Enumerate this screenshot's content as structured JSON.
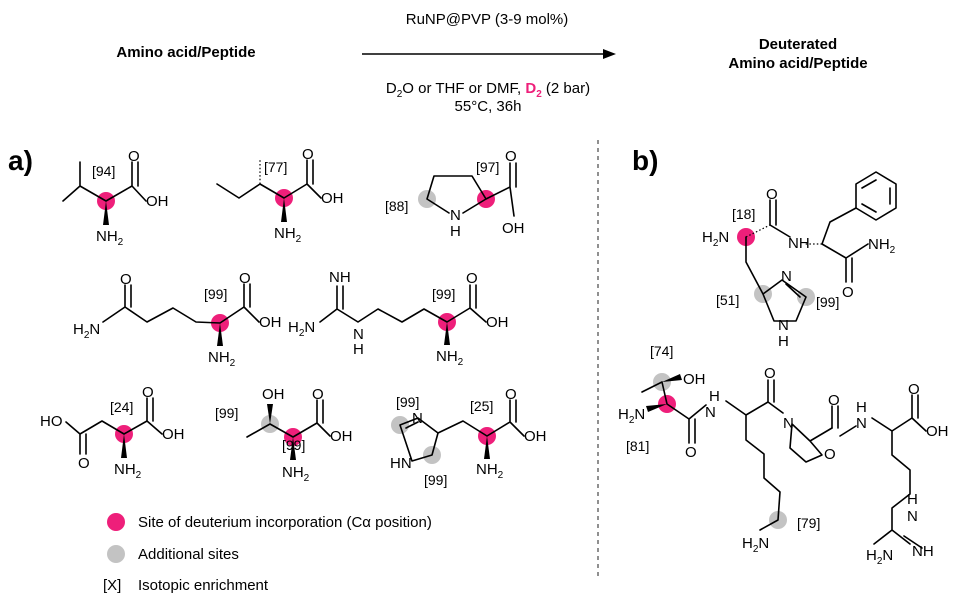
{
  "scheme": {
    "reactant": "Amino acid/Peptide",
    "catalyst": "RuNP@PVP (3-9 mol%)",
    "cond_d": "D",
    "cond_2": "2",
    "cond_rest": "O or THF or DMF, ",
    "cond_d2_d": "D",
    "cond_d2_2": "2",
    "cond_pressure": " (2 bar)",
    "temp_time": "55°C, 36h",
    "product_line1": "Deuterated",
    "product_line2": "Amino acid/Peptide",
    "highlight_color": "#ee1f7a"
  },
  "panels": {
    "a": "a)",
    "b": "b)"
  },
  "enrichment": {
    "val": "[94]",
    "ile": "[77]",
    "pro_a": "[88]",
    "pro_b": "[97]",
    "gln": "[99]",
    "arg": "[99]",
    "asp": "[24]",
    "thr_b": "[99]",
    "thr_a": "[99]",
    "his_2": "[99]",
    "his_4": "[99]",
    "his_a": "[25]",
    "p1_ca": "[18]",
    "p1_his_a": "[51]",
    "p1_his_b": "[99]",
    "p2_oh": "[74]",
    "p2_ca": "[81]",
    "p2_lys": "[79]"
  },
  "atoms": {
    "OH": "OH",
    "O": "O",
    "N": "N",
    "H": "H",
    "NH": "NH",
    "HN": "HN",
    "NH2_n": "NH",
    "NH2_2": "2",
    "H2N_h": "H",
    "H2N_2": "2",
    "H2N_n": "N",
    "HO": "HO"
  },
  "legend": {
    "pink_label": "Site of deuterium incorporation (C",
    "alpha": "α",
    "pink_tail": " position)",
    "grey_label": "Additional sites",
    "x_marker": "[X]",
    "x_label": "Isotopic enrichment",
    "pink_color": "#ee1f7a",
    "grey_color": "#c3c3c3"
  }
}
